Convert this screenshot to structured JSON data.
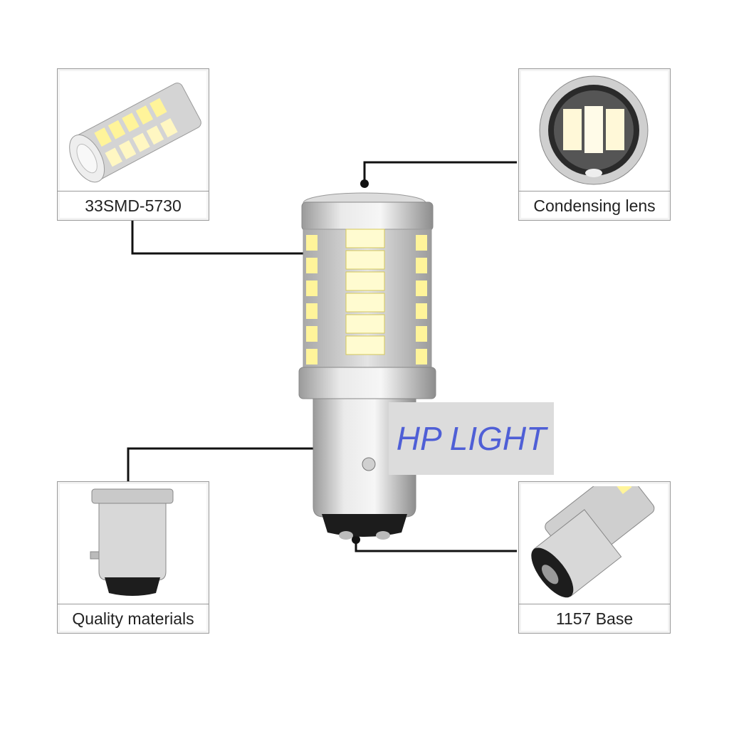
{
  "callouts": {
    "smd": {
      "label": "33SMD-5730"
    },
    "lens": {
      "label": "Condensing lens"
    },
    "materials": {
      "label": "Quality materials"
    },
    "base": {
      "label": "1157 Base"
    }
  },
  "watermark": {
    "text": "HP LIGHT"
  },
  "colors": {
    "led": "#fff6a8",
    "silver": "#c8c8c8",
    "leader": "#111111",
    "watermark_text": "#4f5fd6"
  }
}
